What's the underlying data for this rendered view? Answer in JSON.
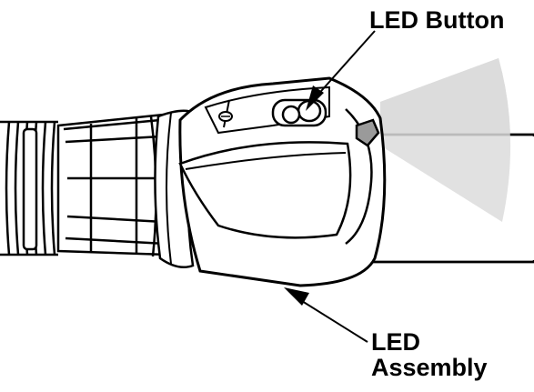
{
  "diagram": {
    "callouts": {
      "led_button": "LED Button",
      "led_assembly_line1": "LED",
      "led_assembly_line2": "Assembly"
    },
    "colors": {
      "outline": "#000000",
      "fill": "#ffffff",
      "light_beam": "#dcdcdc",
      "lens": "#9a9a9a"
    },
    "parts": [
      "flexible-cable",
      "threaded-collar",
      "led-assembly-housing",
      "led-button",
      "led-lens",
      "light-beam",
      "probe-tube"
    ]
  }
}
